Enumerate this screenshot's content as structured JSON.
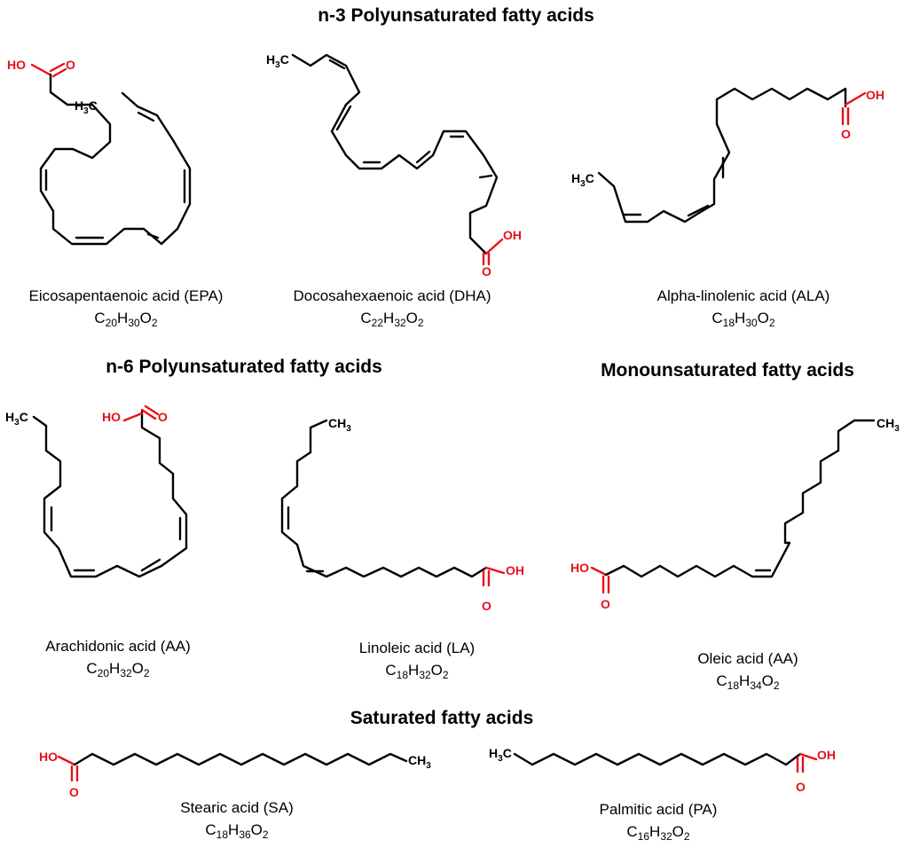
{
  "sections": {
    "n3": "n-3 Polyunsaturated fatty acids",
    "n6": "n-6 Polyunsaturated fatty acids",
    "mono": "Monounsaturated  fatty acids",
    "sat": "Saturated  fatty acids"
  },
  "atoms": {
    "hydroxyl": "HO",
    "hydroxyl_r": "OH",
    "oxygen": "O",
    "methyl_c": "H",
    "methyl_sub": "3",
    "methyl_end": "C",
    "methyl_ch": "CH"
  },
  "molecules": [
    {
      "id": "epa",
      "name": "Eicosapentaenoic acid (EPA)",
      "f": [
        [
          "C",
          "20"
        ],
        [
          "H",
          "30"
        ],
        [
          "O",
          "2"
        ]
      ]
    },
    {
      "id": "dha",
      "name": "Docosahexaenoic acid (DHA)",
      "f": [
        [
          "C",
          "22"
        ],
        [
          "H",
          "32"
        ],
        [
          "O",
          "2"
        ]
      ]
    },
    {
      "id": "ala",
      "name": "Alpha-linolenic acid (ALA)",
      "f": [
        [
          "C",
          "18"
        ],
        [
          "H",
          "30"
        ],
        [
          "O",
          "2"
        ]
      ]
    },
    {
      "id": "aa",
      "name": "Arachidonic acid (AA)",
      "f": [
        [
          "C",
          "20"
        ],
        [
          "H",
          "32"
        ],
        [
          "O",
          "2"
        ]
      ]
    },
    {
      "id": "la",
      "name": "Linoleic acid (LA)",
      "f": [
        [
          "C",
          "18"
        ],
        [
          "H",
          "32"
        ],
        [
          "O",
          "2"
        ]
      ]
    },
    {
      "id": "oa",
      "name": "Oleic acid (AA)",
      "f": [
        [
          "C",
          "18"
        ],
        [
          "H",
          "34"
        ],
        [
          "O",
          "2"
        ]
      ]
    },
    {
      "id": "sa",
      "name": "Stearic acid (SA)",
      "f": [
        [
          "C",
          "18"
        ],
        [
          "H",
          "36"
        ],
        [
          "O",
          "2"
        ]
      ]
    },
    {
      "id": "pa",
      "name": "Palmitic acid (PA)",
      "f": [
        [
          "C",
          "16"
        ],
        [
          "H",
          "32"
        ],
        [
          "O",
          "2"
        ]
      ]
    }
  ]
}
